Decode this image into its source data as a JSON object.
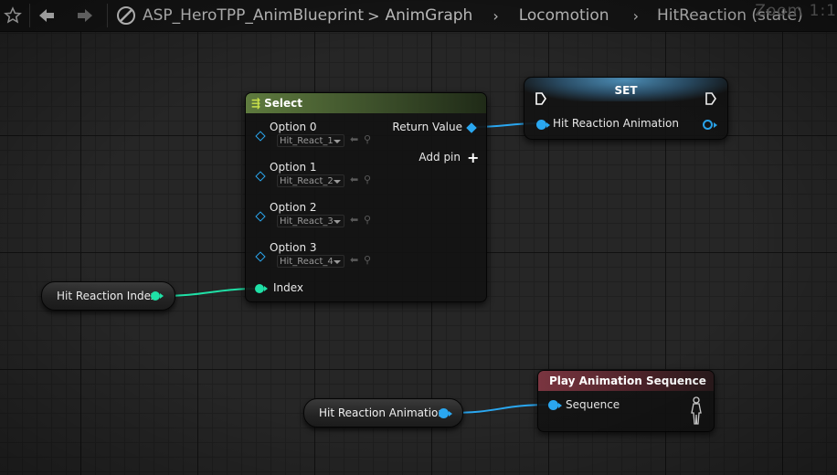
{
  "toolbar": {
    "icons": [
      "star-icon",
      "back-arrow-icon",
      "forward-arrow-icon",
      "blueprint-icon"
    ],
    "breadcrumb": [
      "ASP_HeroTPP_AnimBlueprint",
      "AnimGraph",
      "Locomotion",
      "HitReaction (state)"
    ],
    "separators": [
      ">",
      "›",
      "›"
    ],
    "corner_text": "Zoom 1:1"
  },
  "colors": {
    "select_header": "#556b3a",
    "set_header": "#2d5a7a",
    "play_header": "#6b2e36",
    "object_pin": "#2aa7f0",
    "int_pin": "#1fe0a6",
    "exec": "#ffffff"
  },
  "select_node": {
    "title": "Select",
    "options": [
      {
        "label": "Option 0",
        "value": "Hit_React_1"
      },
      {
        "label": "Option 1",
        "value": "Hit_React_2"
      },
      {
        "label": "Option 2",
        "value": "Hit_React_3"
      },
      {
        "label": "Option 3",
        "value": "Hit_React_4"
      }
    ],
    "index_label": "Index",
    "return_label": "Return Value",
    "add_pin_label": "Add pin"
  },
  "set_node": {
    "title": "SET",
    "pin_label": "Hit Reaction Animation"
  },
  "play_node": {
    "title": "Play Animation Sequence",
    "pin_label": "Sequence"
  },
  "getters": {
    "hit_reaction_index": "Hit Reaction Index",
    "hit_reaction_animation": "Hit Reaction Animation"
  }
}
